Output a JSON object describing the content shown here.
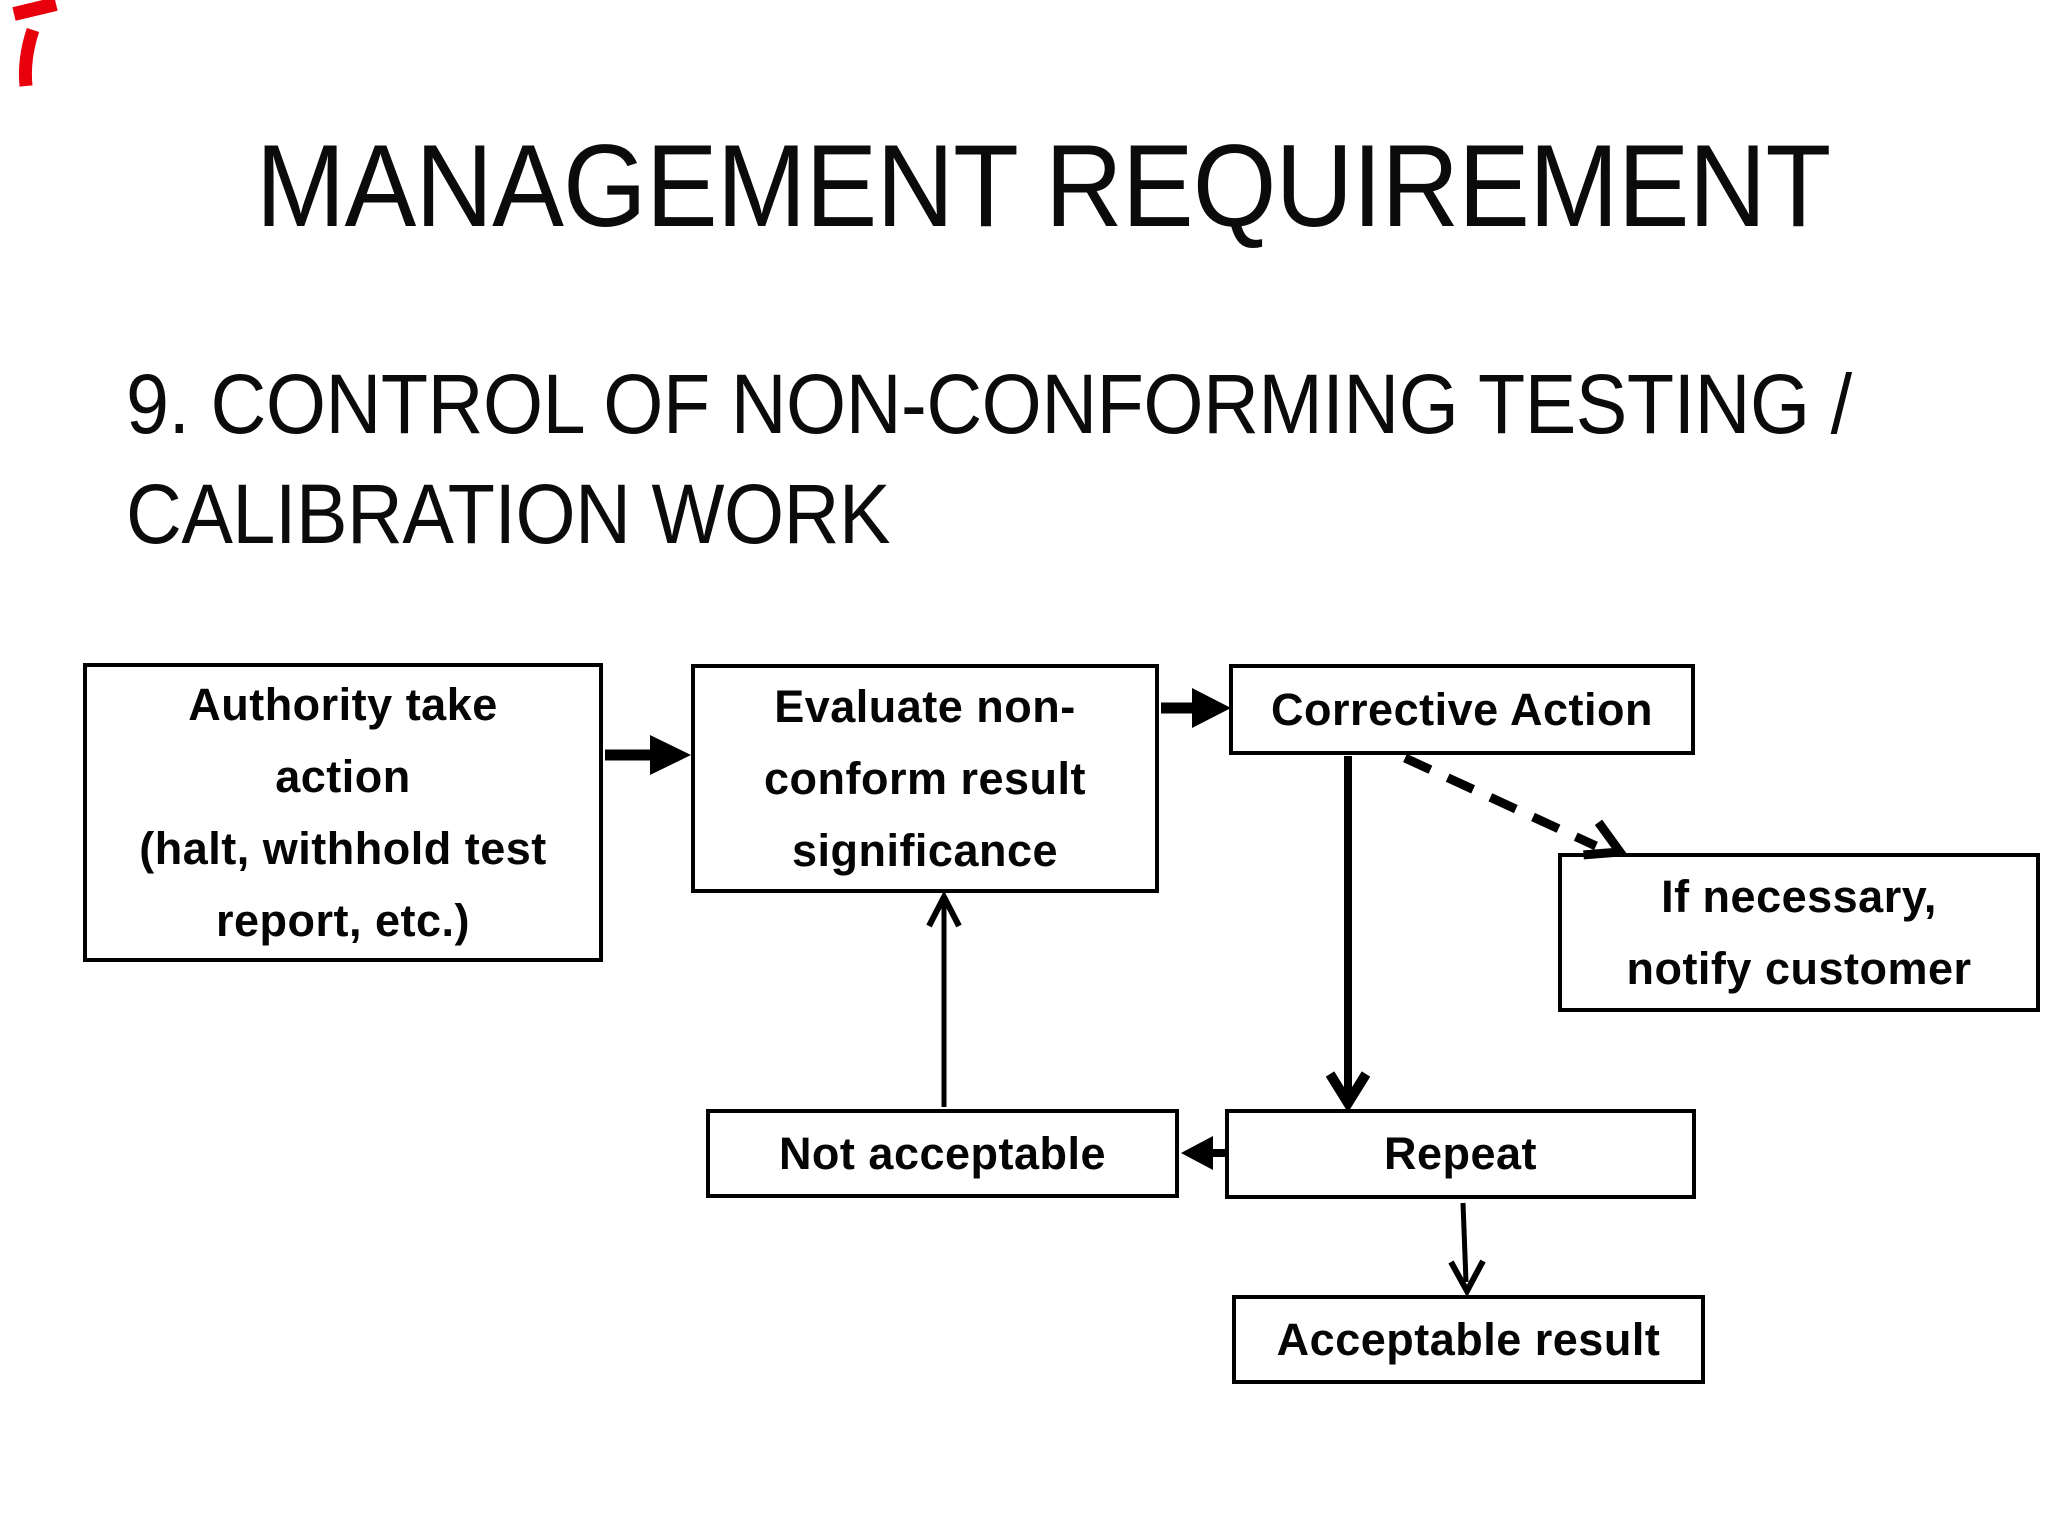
{
  "slide": {
    "title": "MANAGEMENT REQUIREMENT",
    "subtitle_line1": "9. CONTROL OF NON-CONFORMING TESTING /",
    "subtitle_line2": "CALIBRATION WORK"
  },
  "flowchart": {
    "boxes": [
      {
        "id": "authority-action",
        "label": "Authority take\naction\n(halt, withhold test\nreport, etc.)"
      },
      {
        "id": "evaluate-significance",
        "label": "Evaluate non-\nconform result\nsignificance"
      },
      {
        "id": "corrective-action",
        "label": "Corrective Action"
      },
      {
        "id": "notify-customer",
        "label": "If necessary,\nnotify customer"
      },
      {
        "id": "not-acceptable",
        "label": "Not acceptable"
      },
      {
        "id": "repeat",
        "label": "Repeat"
      },
      {
        "id": "acceptable-result",
        "label": "Acceptable result"
      }
    ],
    "connectors": [
      {
        "from": "authority-action",
        "to": "evaluate-significance",
        "style": "solid-thick",
        "direction": "right"
      },
      {
        "from": "evaluate-significance",
        "to": "corrective-action",
        "style": "solid-thick",
        "direction": "right"
      },
      {
        "from": "corrective-action",
        "to": "repeat",
        "style": "solid",
        "direction": "down"
      },
      {
        "from": "corrective-action",
        "to": "notify-customer",
        "style": "dashed",
        "direction": "down-right"
      },
      {
        "from": "repeat",
        "to": "not-acceptable",
        "style": "solid-thick",
        "direction": "left"
      },
      {
        "from": "not-acceptable",
        "to": "evaluate-significance",
        "style": "solid",
        "direction": "up"
      },
      {
        "from": "repeat",
        "to": "acceptable-result",
        "style": "solid",
        "direction": "down"
      }
    ]
  },
  "annotations": {
    "red_pen_marks": "two red ink strokes in top-left corner"
  },
  "colors": {
    "background": "#ffffff",
    "ink": "#000000",
    "annotation_red": "#e8000d"
  }
}
